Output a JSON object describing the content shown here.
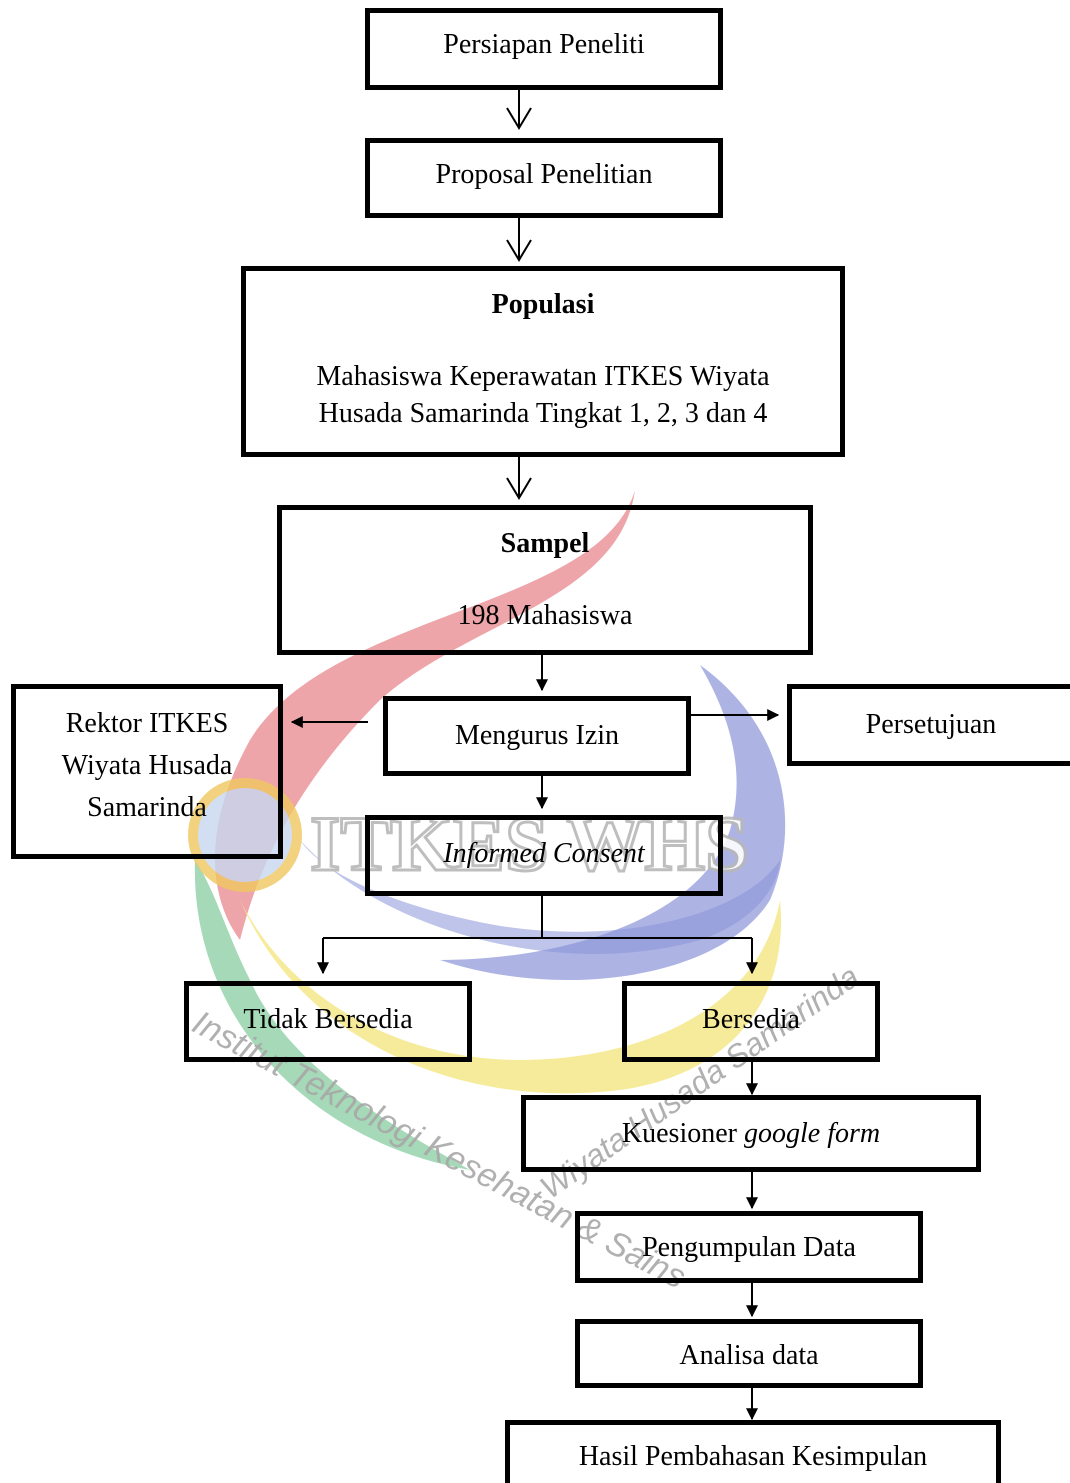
{
  "watermark": {
    "logo_text": "ITKES WHS",
    "arc_text_left": "Institut Teknologi Kesehatan & Sains",
    "arc_text_right": "Wiyata Husada Samarinda",
    "colors": {
      "red": "#e8878c",
      "blue": "#8a94d8",
      "yellow": "#f4e88a",
      "green": "#8fd0a6"
    }
  },
  "nodes": {
    "persiapan": "Persiapan Peneliti",
    "proposal": "Proposal Penelitian",
    "populasi_title": "Populasi",
    "populasi_line1": "Mahasiswa Keperawatan ITKES Wiyata",
    "populasi_line2": "Husada Samarinda Tingkat 1, 2, 3 dan 4",
    "sampel_title": "Sampel",
    "sampel_value": "198 Mahasiswa",
    "mengurus_izin": "Mengurus Izin",
    "rektor_line1": "Rektor ITKES",
    "rektor_line2": "Wiyata Husada",
    "rektor_line3": "Samarinda",
    "persetujuan": "Persetujuan",
    "informed_consent": "Informed Consent",
    "tidak_bersedia": "Tidak Bersedia",
    "bersedia": "Bersedia",
    "kuesioner_plain": "Kuesioner ",
    "kuesioner_italic": "google form",
    "pengumpulan": "Pengumpulan Data",
    "analisa": "Analisa data",
    "hasil": "Hasil Pembahasan Kesimpulan"
  }
}
